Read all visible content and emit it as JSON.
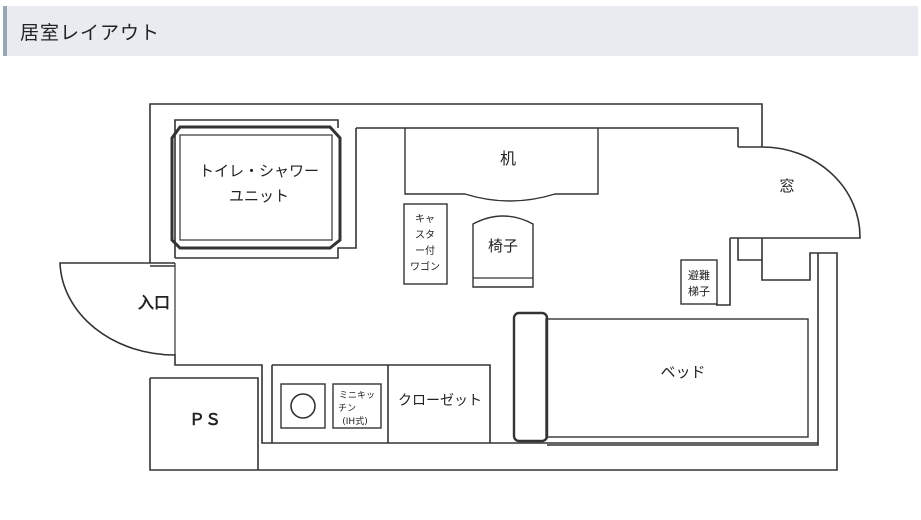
{
  "header": {
    "title": "居室レイアウト"
  },
  "floorplan": {
    "toilet_line1": "トイレ・シャワー",
    "toilet_line2": "ユニット",
    "desk": "机",
    "window": "窓",
    "wagon_line1": "キャ",
    "wagon_line2": "スタ",
    "wagon_line3": "ー付",
    "wagon_line4": "ワゴン",
    "chair": "椅子",
    "ladder_line1": "避難",
    "ladder_line2": "梯子",
    "entrance": "入口",
    "bed": "ベッド",
    "ps": "ＰＳ",
    "kitchen_line1": "ミニキッ",
    "kitchen_line2": "チン",
    "kitchen_line3": "(IH式)",
    "closet": "クローゼット"
  }
}
